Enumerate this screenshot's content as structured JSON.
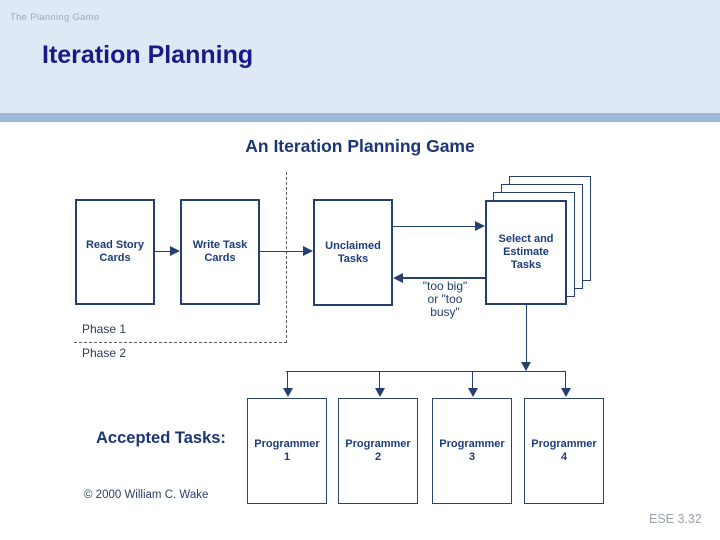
{
  "slide": {
    "breadcrumb": "The Planning Game",
    "title": "Iteration Planning",
    "footer_ref": "ESE 3.32"
  },
  "diagram": {
    "title": "An Iteration Planning Game",
    "flow_boxes": [
      {
        "label": "Read Story Cards"
      },
      {
        "label": "Write Task Cards"
      },
      {
        "label": "Unclaimed Tasks"
      },
      {
        "label": "Select and Estimate Tasks"
      }
    ],
    "programmers": [
      {
        "label": "Programmer 1"
      },
      {
        "label": "Programmer 2"
      },
      {
        "label": "Programmer 3"
      },
      {
        "label": "Programmer 4"
      }
    ],
    "phase1": "Phase 1",
    "phase2": "Phase 2",
    "reject_label": "\"too big\"\nor \"too\nbusy\"",
    "accepted_label": "Accepted Tasks:",
    "copyright": "© 2000 William C. Wake"
  },
  "colors": {
    "header_bg": "#dfe9f5",
    "accent_bar": "#9db9d8",
    "slide_title": "#1a1a87",
    "diagram_navy": "#24406e",
    "box_text": "#1d3d7a",
    "breadcrumb_gray": "#a0a8b8",
    "footer_gray": "#9aa1b0"
  }
}
